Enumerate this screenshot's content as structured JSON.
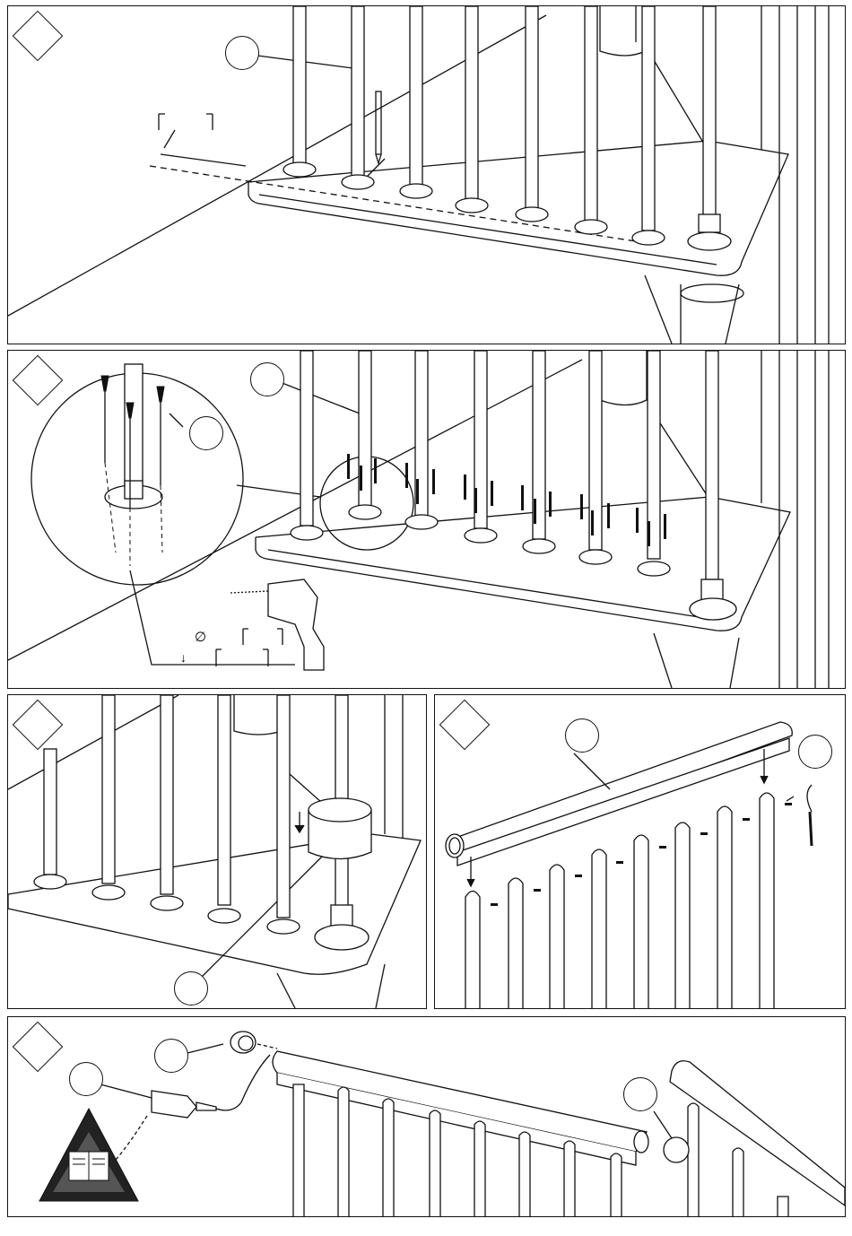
{
  "steps": [
    {
      "id": "a",
      "number": "",
      "callouts": [
        "",
        ""
      ]
    },
    {
      "id": "b",
      "number": "",
      "callouts": [
        "",
        ""
      ],
      "drill_diameter": "",
      "drill_depth": ""
    },
    {
      "id": "c",
      "number": "",
      "callouts": [
        ""
      ]
    },
    {
      "id": "d",
      "number": "",
      "callouts": [
        "",
        ""
      ]
    },
    {
      "id": "e",
      "number": "",
      "callouts": [
        "",
        "",
        ""
      ]
    }
  ],
  "symbols": {
    "diameter": "∅",
    "depth": "↓",
    "manual_icon": "manual-icon"
  },
  "colors": {
    "line": "#111111",
    "background": "#ffffff",
    "warning_triangle": "#222222"
  }
}
